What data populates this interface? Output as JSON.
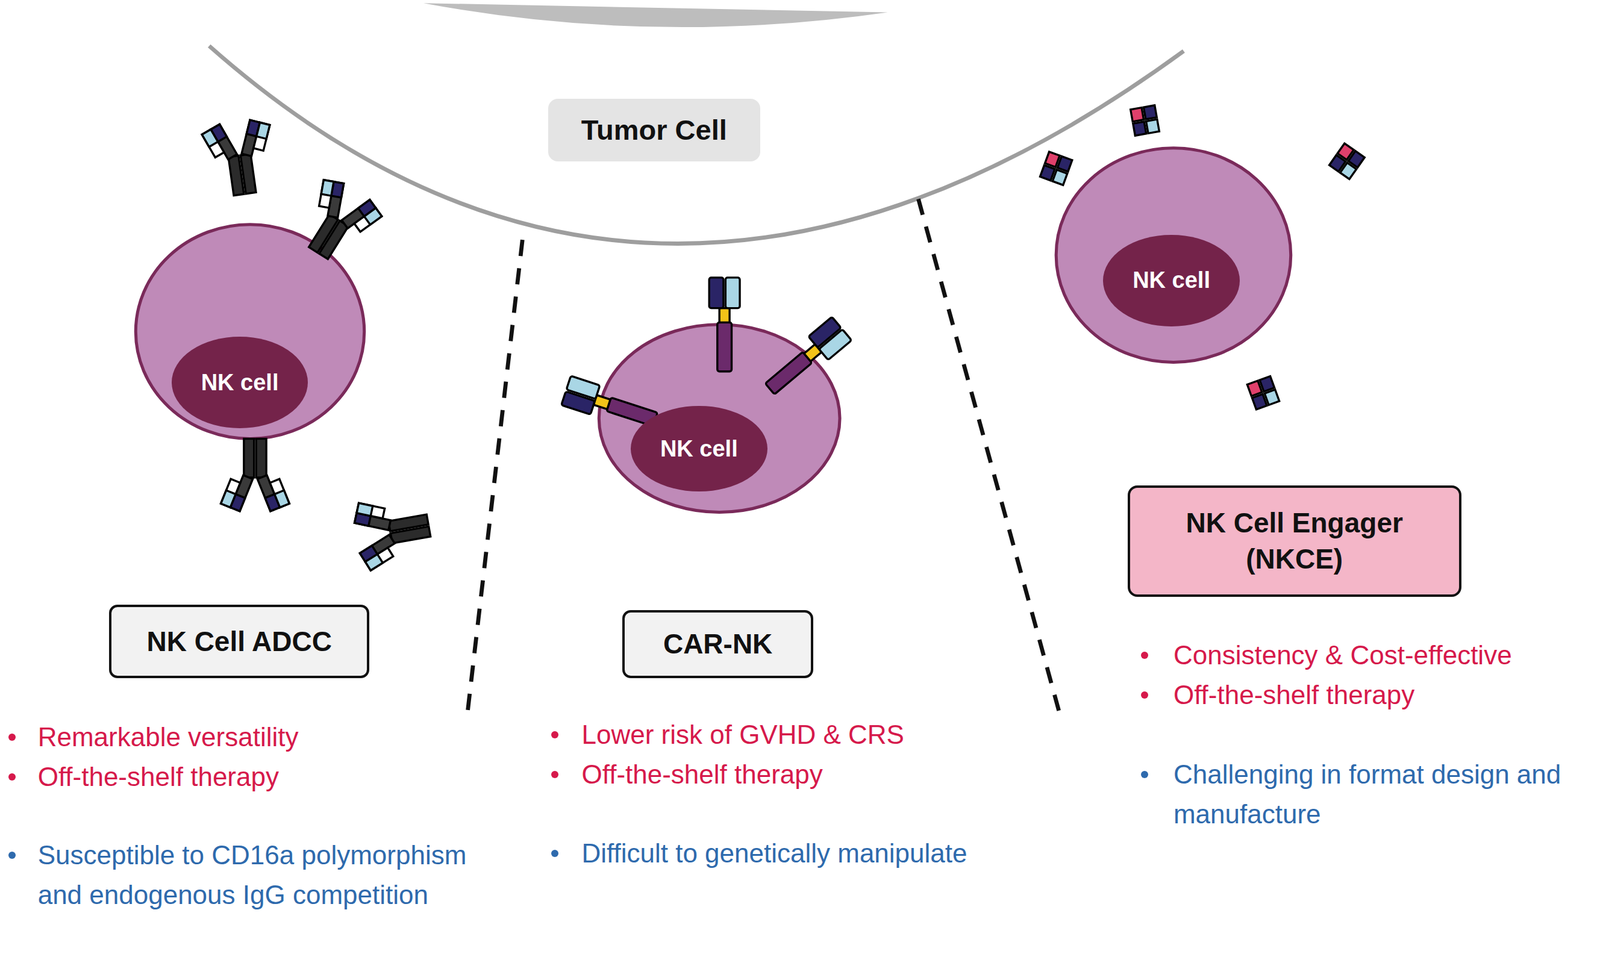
{
  "diagram": {
    "nodes": [
      {
        "text": [
          "Tumor Cell"
        ]
      },
      {
        "text": [
          "NK cell"
        ]
      },
      {
        "text": [
          "NK cell"
        ]
      },
      {
        "text": [
          "NK cell"
        ]
      },
      {
        "text": [
          "NK Cell ADCC"
        ]
      },
      {
        "text": [
          "CAR-NK"
        ]
      },
      {
        "text": [
          "NK Cell Engager (NKCE)"
        ]
      }
    ],
    "labels": [
      "Remarkable versatility",
      "Off-the-shelf therapy",
      "Susceptible to CD16a polymorphism and endogenous IgG competition",
      "Lower risk of GVHD & CRS",
      "Off-the-shelf therapy",
      "Difficult to genetically manipulate",
      "Consistency & Cost-effective",
      "Off-the-shelf therapy",
      "Challenging in format design and manufacture"
    ]
  }
}
